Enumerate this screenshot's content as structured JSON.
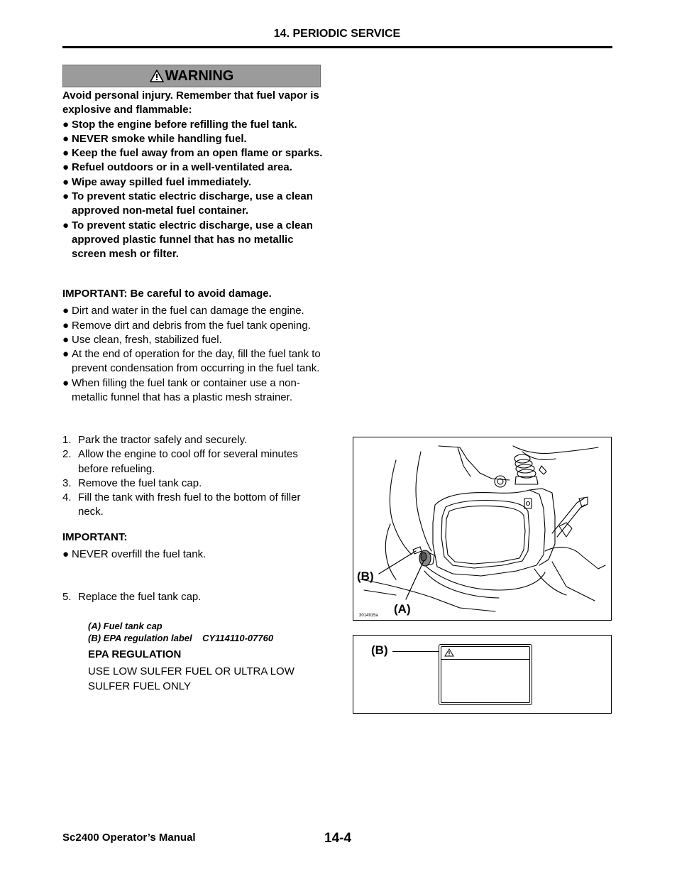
{
  "header": {
    "title": "14. PERIODIC SERVICE"
  },
  "warning": {
    "title": "WARNING",
    "intro": "Avoid personal injury. Remember that fuel vapor is explosive and flammable:",
    "bullets": [
      "Stop the engine before refilling the fuel tank.",
      "NEVER smoke while handling fuel.",
      "Keep the fuel away from an open flame or sparks.",
      "Refuel outdoors or in a well-ventilated area.",
      "Wipe away spilled fuel immediately.",
      "To prevent static electric discharge, use a clean approved non-metal fuel container.",
      "To prevent static electric discharge, use a clean approved plastic funnel that has no metallic screen mesh or filter."
    ]
  },
  "important1": {
    "heading": "IMPORTANT: Be careful to avoid damage.",
    "bullets": [
      "Dirt and water in the fuel can damage the engine.",
      "Remove dirt and debris from the fuel tank opening.",
      "Use clean, fresh, stabilized fuel.",
      "At the end of operation for the day, fill the fuel tank to prevent condensation from occurring in the fuel tank.",
      "When filling the fuel tank or container use a non-metallic funnel that has a plastic mesh strainer."
    ]
  },
  "steps_a": [
    {
      "num": "1.",
      "text": "Park the tractor safely and securely."
    },
    {
      "num": "2.",
      "text": "Allow the engine to cool off for several minutes before refueling."
    },
    {
      "num": "3.",
      "text": "Remove the fuel tank cap."
    },
    {
      "num": "4.",
      "text": "Fill the tank with fresh fuel to the bottom of filler neck."
    }
  ],
  "important2": {
    "heading": "IMPORTANT:",
    "bullets": [
      "NEVER overfill the fuel tank."
    ]
  },
  "steps_b": [
    {
      "num": "5.",
      "text": "Replace the fuel tank cap."
    }
  ],
  "captions": {
    "a": "(A) Fuel tank cap",
    "b": "(B) EPA regulation label    CY114110-07760"
  },
  "epa": {
    "heading": "EPA REGULATION",
    "text": "USE LOW SULFER FUEL OR ULTRA LOW SULFER FUEL ONLY"
  },
  "figure1": {
    "label_a": "(A)",
    "label_b": "(B)",
    "code": "3014915a"
  },
  "figure2": {
    "label_b": "(B)"
  },
  "footer": {
    "manual": "Sc2400 Operator’s Manual",
    "page": "14-4"
  },
  "icons": [
    "warning-triangle-icon",
    "bullet-dot-icon"
  ],
  "colors": {
    "warning_bar": "#9b9b9b",
    "text": "#000000",
    "background": "#ffffff"
  }
}
